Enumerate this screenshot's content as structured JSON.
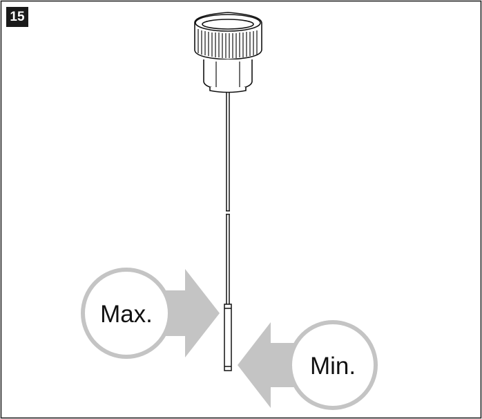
{
  "figure": {
    "step_number": "15",
    "callouts": {
      "max_label": "Max.",
      "min_label": "Min."
    }
  },
  "colors": {
    "frame": "#222222",
    "callout_circle": "#c4c4c4",
    "callout_arrow": "#c4c4c4",
    "line_art": "#111111"
  }
}
